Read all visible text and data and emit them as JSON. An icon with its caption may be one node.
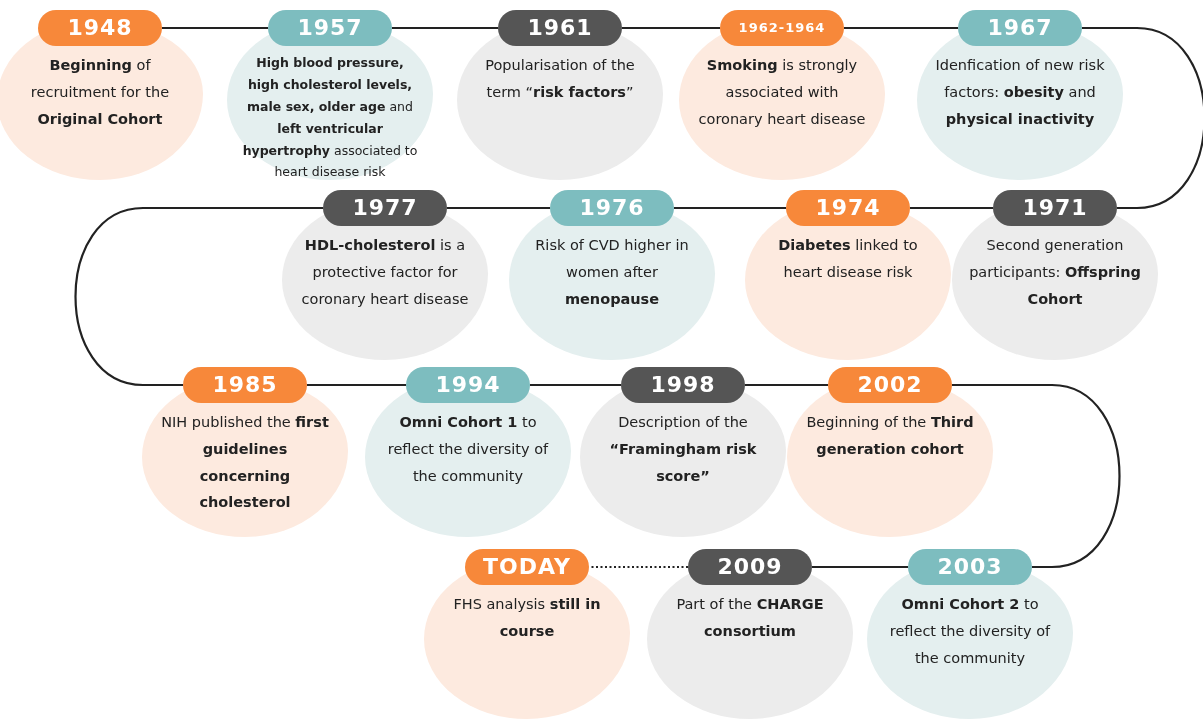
{
  "diagram": {
    "nodes": [
      {
        "text": [
          "1948",
          "**Beginning** of recruitment for the **Original Cohort**"
        ]
      },
      {
        "text": [
          "1957",
          "**High blood pressure, high cholesterol levels, male sex, older age** and **left ventricular hypertrophy** associated to heart disease risk"
        ]
      },
      {
        "text": [
          "1961",
          "Popularisation of the term “**risk factors**”"
        ]
      },
      {
        "text": [
          "1962-1964",
          "**Smoking** is strongly associated with coronary heart disease"
        ]
      },
      {
        "text": [
          "1967",
          "Idenfication of new risk factors: **obesity** and **physical inactivity**"
        ]
      },
      {
        "text": [
          "1971",
          "Second generation participants: **Offspring Cohort**"
        ]
      },
      {
        "text": [
          "1974",
          "**Diabetes** linked to heart disease risk"
        ]
      },
      {
        "text": [
          "1976",
          "Risk of CVD higher in women after **menopause**"
        ]
      },
      {
        "text": [
          "1977",
          "**HDL-cholesterol** is a protective factor for coronary heart disease"
        ]
      },
      {
        "text": [
          "1985",
          "NIH published the **first guidelines concerning cholesterol**"
        ]
      },
      {
        "text": [
          "1994",
          "**Omni Cohort 1** to reflect the diversity of the community"
        ]
      },
      {
        "text": [
          "1998",
          "Description of the **“Framingham risk score”**"
        ]
      },
      {
        "text": [
          "2002",
          "Beginning of the **Third generation cohort**"
        ]
      },
      {
        "text": [
          "2003",
          "**Omni Cohort 2** to reflect the diversity of the community"
        ]
      },
      {
        "text": [
          "2009",
          "Part of the **CHARGE consortium**"
        ]
      },
      {
        "text": [
          "TODAY",
          "FHS analysis **still in course**"
        ]
      }
    ],
    "edges": [
      {
        "from": 0,
        "to": 1,
        "arrow": "none"
      },
      {
        "from": 1,
        "to": 2,
        "arrow": "none"
      },
      {
        "from": 2,
        "to": 3,
        "arrow": "none"
      },
      {
        "from": 3,
        "to": 4,
        "arrow": "none"
      },
      {
        "from": 4,
        "to": 5,
        "arrow": "none"
      },
      {
        "from": 5,
        "to": 6,
        "arrow": "none"
      },
      {
        "from": 6,
        "to": 7,
        "arrow": "none"
      },
      {
        "from": 7,
        "to": 8,
        "arrow": "none"
      },
      {
        "from": 8,
        "to": 9,
        "arrow": "none"
      },
      {
        "from": 9,
        "to": 10,
        "arrow": "none"
      },
      {
        "from": 10,
        "to": 11,
        "arrow": "none"
      },
      {
        "from": 11,
        "to": 12,
        "arrow": "none"
      },
      {
        "from": 12,
        "to": 13,
        "arrow": "none"
      },
      {
        "from": 13,
        "to": 14,
        "arrow": "none"
      },
      {
        "from": 14,
        "to": 15,
        "arrow": "none",
        "style": "dashed"
      }
    ]
  }
}
